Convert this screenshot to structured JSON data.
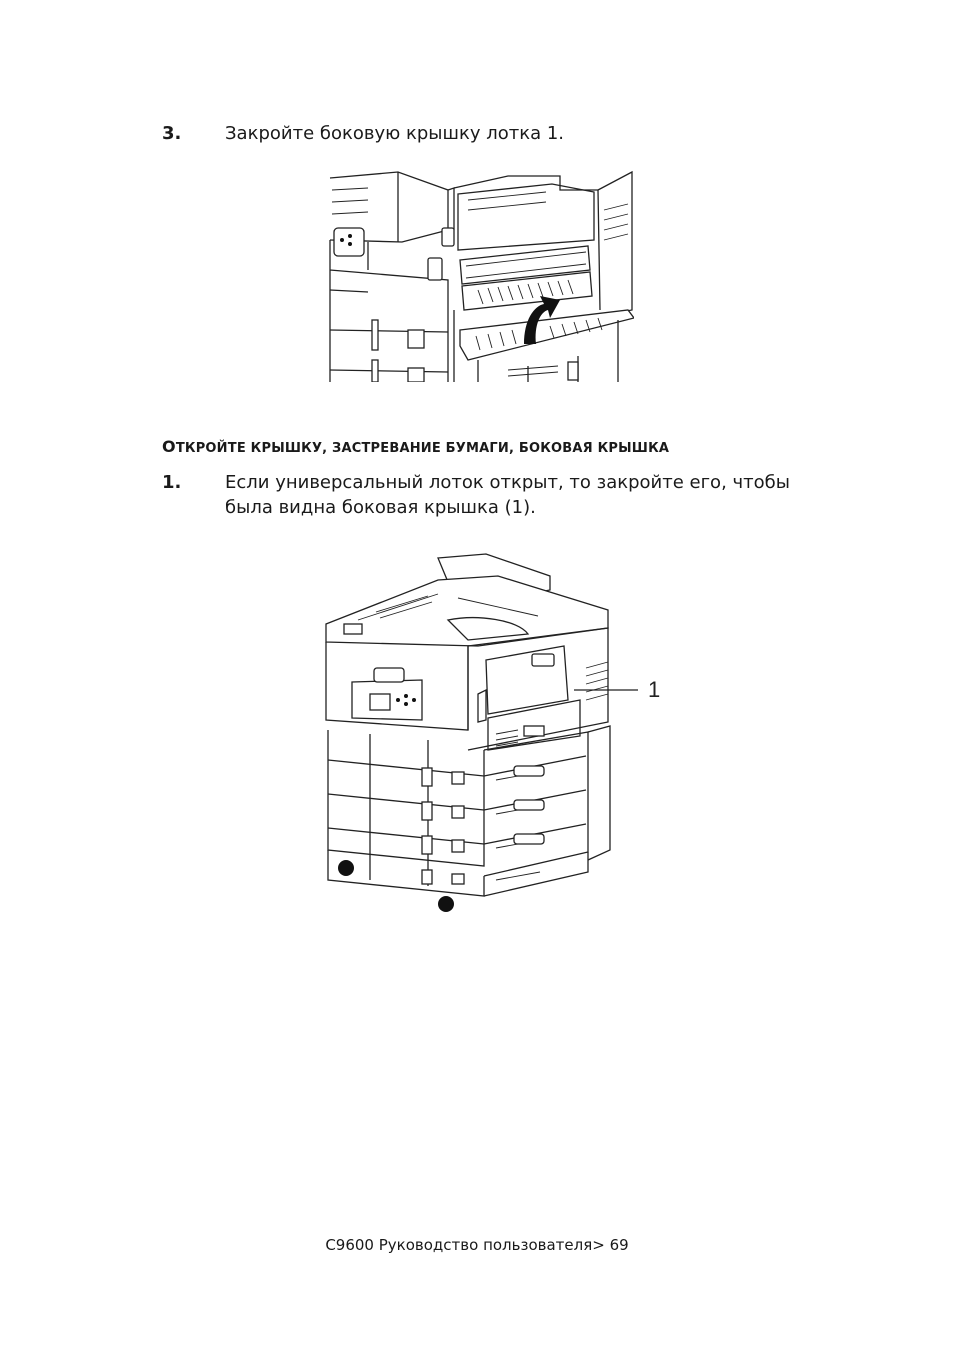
{
  "step3": {
    "number": "3.",
    "text": "Закройте боковую крышку лотка 1."
  },
  "section_heading": {
    "first": "О",
    "rest": "ТКРОЙТЕ КРЫШКУ, ЗАСТРЕВАНИЕ БУМАГИ, БОКОВАЯ КРЫШКА"
  },
  "step1": {
    "number": "1.",
    "line1": "Если универсальный лоток открыт, то закройте его, чтобы",
    "line2": "была видна боковая крышка (1)."
  },
  "figure2": {
    "callout": "1"
  },
  "footer": {
    "text": "C9600 Руководство пользователя> 69"
  }
}
